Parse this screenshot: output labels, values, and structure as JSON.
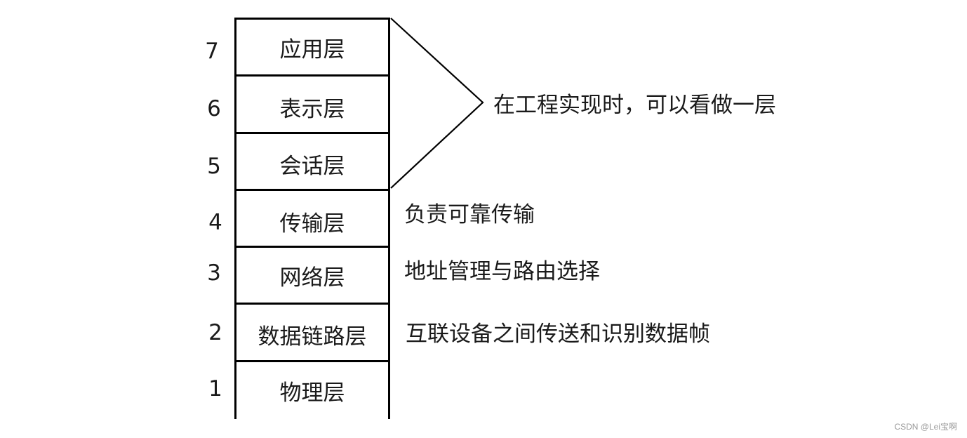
{
  "layers": [
    {
      "number": "7",
      "name": "应用层"
    },
    {
      "number": "6",
      "name": "表示层"
    },
    {
      "number": "5",
      "name": "会话层"
    },
    {
      "number": "4",
      "name": "传输层"
    },
    {
      "number": "3",
      "name": "网络层"
    },
    {
      "number": "2",
      "name": "数据链路层"
    },
    {
      "number": "1",
      "name": "物理层"
    }
  ],
  "notes": {
    "upper_group": "在工程实现时，可以看做一层",
    "transport": "负责可靠传输",
    "network": "地址管理与路由选择",
    "datalink": "互联设备之间传送和识别数据帧"
  },
  "watermark": "CSDN @Lei宝啊"
}
